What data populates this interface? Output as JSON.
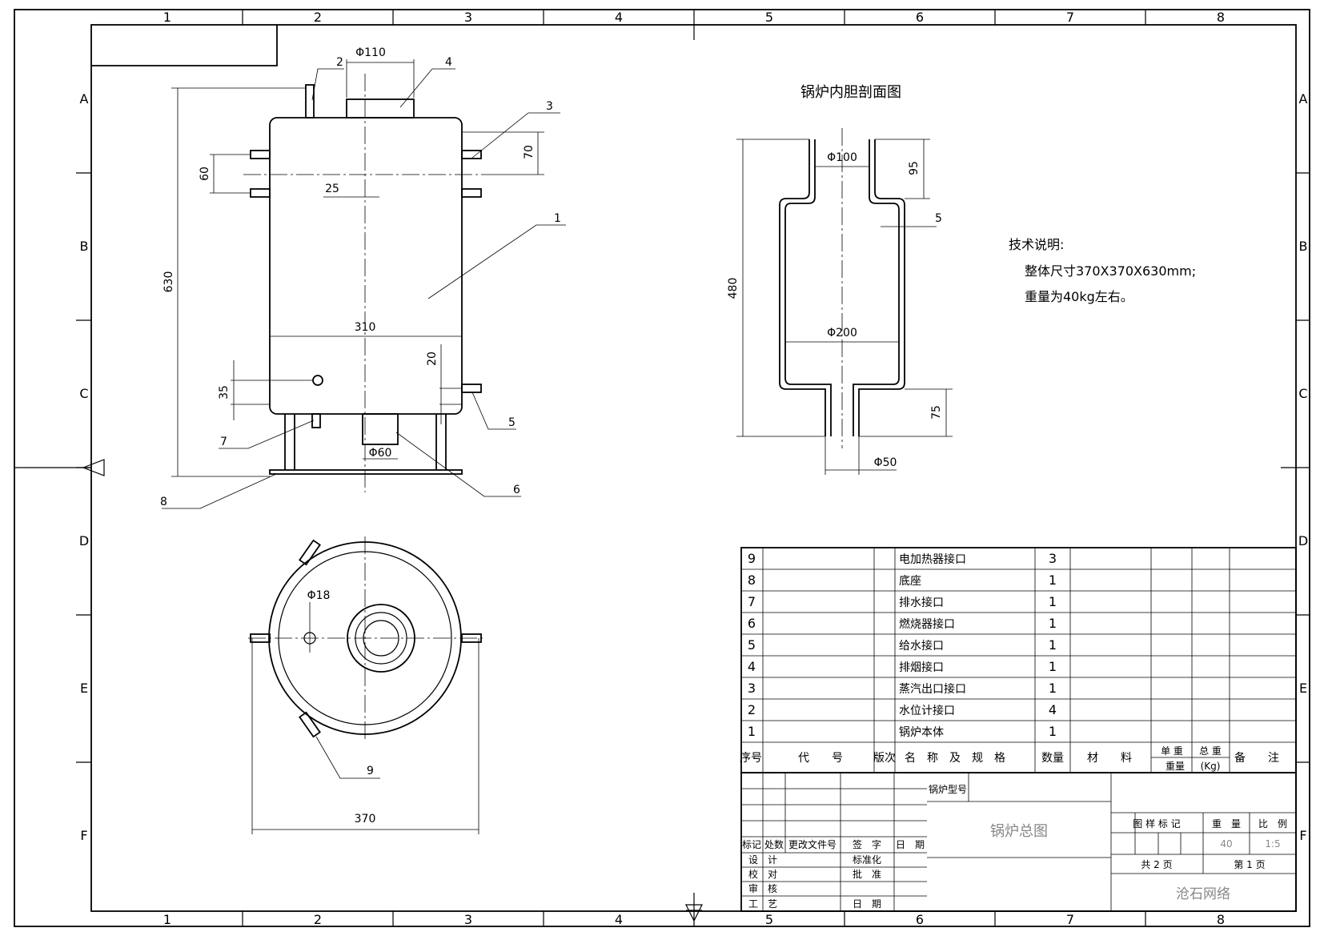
{
  "border": {
    "columns": [
      "1",
      "2",
      "3",
      "4",
      "5",
      "6",
      "7",
      "8"
    ],
    "rows": [
      "A",
      "B",
      "C",
      "D",
      "E",
      "F"
    ]
  },
  "section": {
    "title": "锅炉内胆剖面图",
    "dims": {
      "d100": "Φ100",
      "h95": "95",
      "t5": "5",
      "h480": "480",
      "d200": "Φ200",
      "h75": "75",
      "d50": "Φ50"
    }
  },
  "front": {
    "dims": {
      "d110": "Φ110",
      "h630": "630",
      "h60": "60",
      "h70": "70",
      "w25": "25",
      "w310": "310",
      "h20": "20",
      "h35": "35",
      "d60": "Φ60"
    },
    "callouts": [
      "1",
      "2",
      "3",
      "4",
      "5",
      "6",
      "7",
      "8"
    ]
  },
  "top": {
    "dims": {
      "d18": "Φ18",
      "w370": "370"
    },
    "callouts": [
      "9"
    ]
  },
  "notes": {
    "heading": "技术说明:",
    "lines": [
      "整体尺寸370X370X630mm;",
      "重量为40kg左右。"
    ]
  },
  "bom": {
    "rows": [
      {
        "no": "9",
        "name": "电加热器接口",
        "qty": "3"
      },
      {
        "no": "8",
        "name": "底座",
        "qty": "1"
      },
      {
        "no": "7",
        "name": "排水接口",
        "qty": "1"
      },
      {
        "no": "6",
        "name": "燃烧器接口",
        "qty": "1"
      },
      {
        "no": "5",
        "name": "给水接口",
        "qty": "1"
      },
      {
        "no": "4",
        "name": "排烟接口",
        "qty": "1"
      },
      {
        "no": "3",
        "name": "蒸汽出口接口",
        "qty": "1"
      },
      {
        "no": "2",
        "name": "水位计接口",
        "qty": "4"
      },
      {
        "no": "1",
        "name": "锅炉本体",
        "qty": "1"
      }
    ],
    "header": {
      "no": "序号",
      "code": "代　　号",
      "ver": "版次",
      "name": "名　称　及　规　格",
      "qty": "数量",
      "mat": "材　　料",
      "unit_wt": "单 重",
      "total_wt": "总 重",
      "weight": "重量",
      "kg": "(Kg)",
      "note": "备　　注"
    }
  },
  "title_block": {
    "model_label": "锅炉型号",
    "drawing_name": "锅炉总图",
    "rev_headers": [
      "标记",
      "处数",
      "更改文件号",
      "签　字",
      "日　期"
    ],
    "roles": [
      "设　计",
      "校　对",
      "审　核",
      "工　艺"
    ],
    "std": "标准化",
    "approve": "批　准",
    "date": "日　期",
    "mark_label": "图 样 标 记",
    "weight_label": "重　量",
    "scale_label": "比　例",
    "weight": "40",
    "scale": "1:5",
    "total_pages": "共 2 页",
    "page": "第 1 页",
    "company": "沧石网络"
  }
}
